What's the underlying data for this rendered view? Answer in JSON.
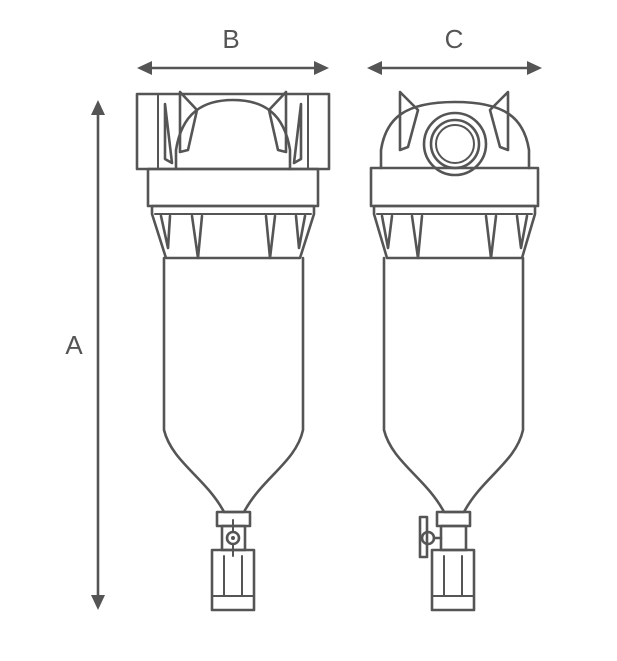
{
  "labels": {
    "height": "A",
    "width_front": "B",
    "width_side": "C"
  },
  "colors": {
    "stroke": "#555555",
    "background": "#ffffff"
  }
}
